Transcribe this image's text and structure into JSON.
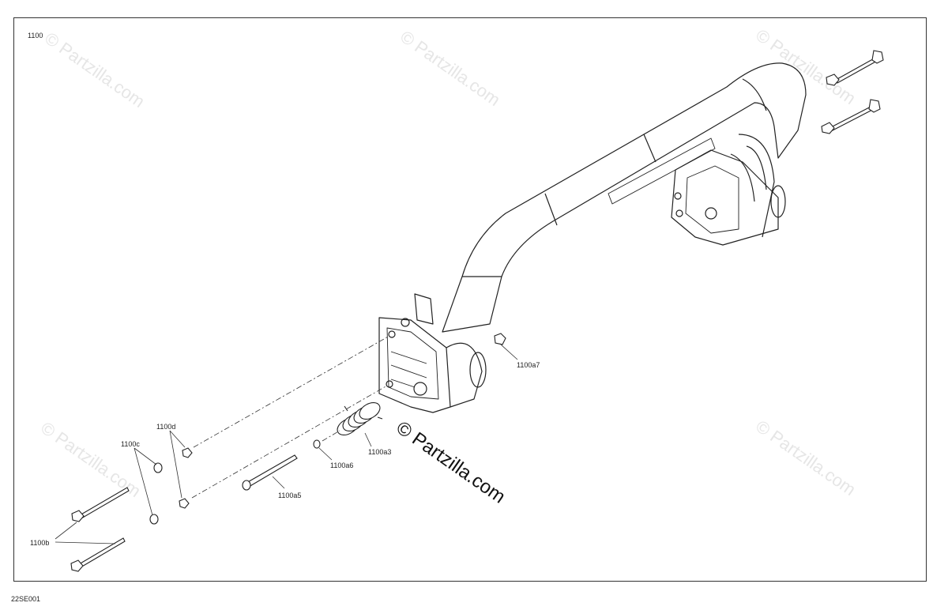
{
  "diagram": {
    "ref_number": "1100",
    "footer_code": "22SE001",
    "watermark_text": "© Partzilla.com",
    "callouts": {
      "a7": "1100a7",
      "a3": "1100a3",
      "a6": "1100a6",
      "a5": "1100a5",
      "d": "1100d",
      "c": "1100c",
      "b": "1100b"
    }
  },
  "colors": {
    "line": "#222222",
    "watermark": "#e6e6e6"
  }
}
